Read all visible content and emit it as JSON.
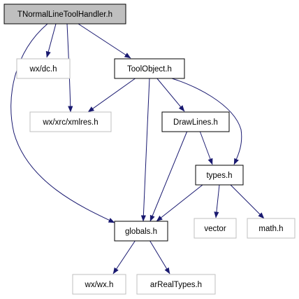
{
  "colors": {
    "edge": "#191970",
    "root_fill": "#bfbfbf",
    "node_border": "#000000",
    "external_border": "#bfbfbf",
    "text_dark": "#000000",
    "text_external": "#000000",
    "background": "#ffffff"
  },
  "nodes": {
    "root": {
      "label": "TNormalLineToolHandler.h",
      "kind": "root"
    },
    "dc": {
      "label": "wx/dc.h",
      "kind": "external"
    },
    "toolobject": {
      "label": "ToolObject.h",
      "kind": "internal"
    },
    "xmlres": {
      "label": "wx/xrc/xmlres.h",
      "kind": "external"
    },
    "drawlines": {
      "label": "DrawLines.h",
      "kind": "internal"
    },
    "types": {
      "label": "types.h",
      "kind": "internal"
    },
    "globals": {
      "label": "globals.h",
      "kind": "internal"
    },
    "vector": {
      "label": "vector",
      "kind": "external"
    },
    "math": {
      "label": "math.h",
      "kind": "external"
    },
    "wxwx": {
      "label": "wx/wx.h",
      "kind": "external"
    },
    "arreal": {
      "label": "arRealTypes.h",
      "kind": "external"
    }
  },
  "edges": [
    {
      "from": "root",
      "to": "dc"
    },
    {
      "from": "root",
      "to": "xmlres"
    },
    {
      "from": "root",
      "to": "toolobject"
    },
    {
      "from": "root",
      "to": "globals"
    },
    {
      "from": "toolobject",
      "to": "xmlres"
    },
    {
      "from": "toolobject",
      "to": "drawlines"
    },
    {
      "from": "toolobject",
      "to": "globals"
    },
    {
      "from": "toolobject",
      "to": "types"
    },
    {
      "from": "drawlines",
      "to": "types"
    },
    {
      "from": "drawlines",
      "to": "globals"
    },
    {
      "from": "types",
      "to": "globals"
    },
    {
      "from": "types",
      "to": "vector"
    },
    {
      "from": "types",
      "to": "math"
    },
    {
      "from": "globals",
      "to": "wxwx"
    },
    {
      "from": "globals",
      "to": "arreal"
    }
  ]
}
